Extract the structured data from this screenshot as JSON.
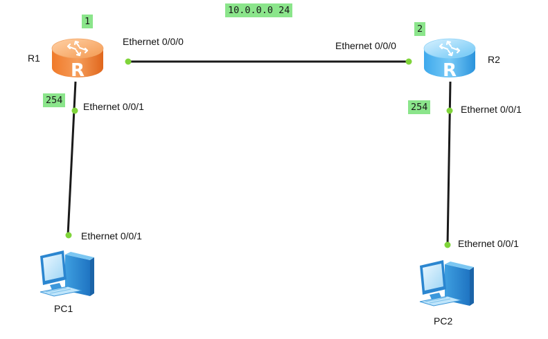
{
  "network": {
    "label": "10.0.0.0 24"
  },
  "devices": {
    "r1": {
      "name": "R1",
      "id_tag": "1",
      "router_glyph": "R",
      "color": "#f08a3c"
    },
    "r2": {
      "name": "R2",
      "id_tag": "2",
      "router_glyph": "R",
      "color": "#5bb7f0"
    },
    "pc1": {
      "name": "PC1",
      "icon": "pc-icon"
    },
    "pc2": {
      "name": "PC2",
      "icon": "pc-icon"
    }
  },
  "interfaces": {
    "r1_e000": "Ethernet 0/0/0",
    "r1_e001": "Ethernet 0/0/1",
    "r1_lan_tag": "254",
    "r2_e000": "Ethernet 0/0/0",
    "r2_e001": "Ethernet 0/0/1",
    "r2_lan_tag": "254",
    "pc1_e001": "Ethernet 0/0/1",
    "pc2_e001": "Ethernet 0/0/1"
  },
  "colors": {
    "link": "#1a1a1a",
    "port": "#7fd43a",
    "tag_bg": "#8be58b"
  }
}
